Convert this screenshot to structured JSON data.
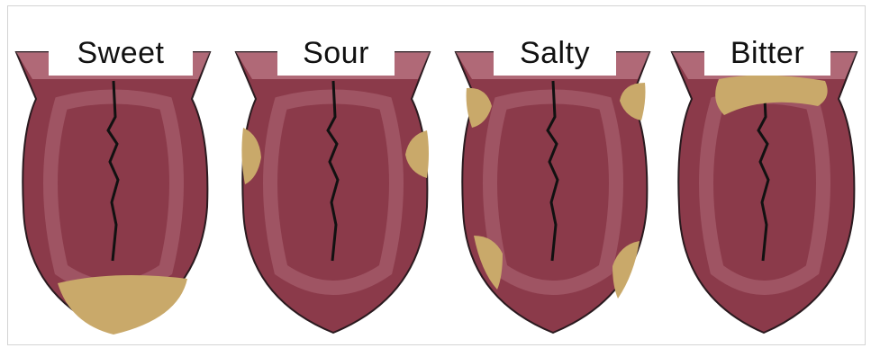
{
  "panels": [
    {
      "label": "Sweet",
      "region": "tip"
    },
    {
      "label": "Sour",
      "region": "middle-sides"
    },
    {
      "label": "Salty",
      "region": "front-and-back-sides"
    },
    {
      "label": "Bitter",
      "region": "back"
    }
  ],
  "colors": {
    "tongue": "#8b3a4a",
    "tongue_dark": "#6e2736",
    "tongue_light": "#b06a78",
    "taste_zone": "#c9a96a",
    "outline": "#2a1a1f"
  }
}
